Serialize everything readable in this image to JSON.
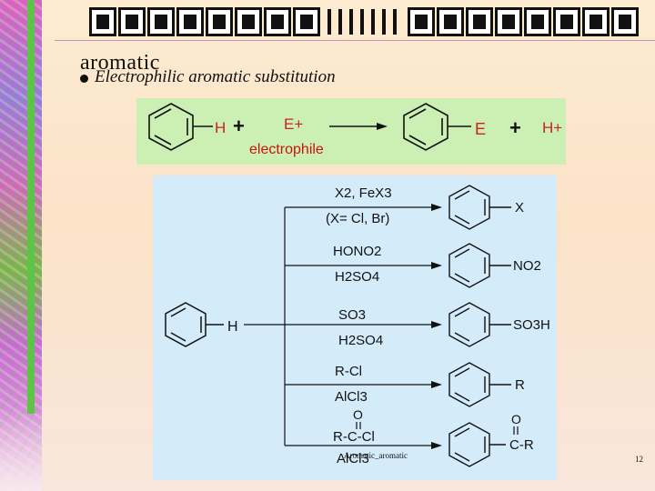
{
  "slide": {
    "aromatic_word": "aromatic",
    "heading": "Electrophilic  aromatic substitution",
    "footer_text": "Aromatic_aromatic",
    "page_number": "12"
  },
  "equation": {
    "reactant_h": "H",
    "plus_1": "+",
    "electrophile": "E+",
    "electrophile_label": "electrophile",
    "product_e": "E",
    "plus_2": "+",
    "proton": "H+"
  },
  "reactions": {
    "start_h": "H",
    "rows": [
      {
        "reagent_top": "X2, FeX3",
        "reagent_bottom": "(X= Cl, Br)",
        "product": "X"
      },
      {
        "reagent_top": "HONO2",
        "reagent_bottom": "H2SO4",
        "product": "NO2"
      },
      {
        "reagent_top": "SO3",
        "reagent_bottom": "H2SO4",
        "product": "SO3H"
      },
      {
        "reagent_top": "R-Cl",
        "reagent_bottom": "AlCl3",
        "product": "R"
      },
      {
        "reagent_top": "R-C-Cl",
        "reagent_bottom": "AlCl3",
        "product": "C-R",
        "carbonyl_o": "O"
      }
    ]
  },
  "colors": {
    "equation_bg": "#ccf0b4",
    "reactions_bg": "#d4ecfa",
    "electrophile_label": "#cc1111"
  }
}
